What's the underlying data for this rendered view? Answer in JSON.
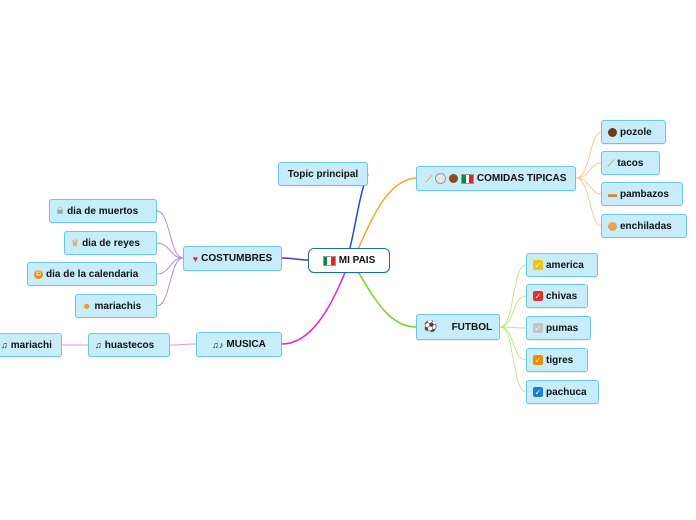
{
  "center": {
    "label": "MI PAIS",
    "icon": "mexico-flag-icon"
  },
  "topic": {
    "label": "Topic principal"
  },
  "comidas": {
    "label": "COMIDAS TIPICAS",
    "icons": [
      "taco-icon",
      "rice-bowl-icon",
      "pozole-bowl-icon",
      "mexico-flag-icon"
    ],
    "children": [
      {
        "label": "pozole",
        "icon": "pozole-bowl-icon"
      },
      {
        "label": "tacos",
        "icon": "taco-icon"
      },
      {
        "label": "pambazos",
        "icon": "sandwich-icon"
      },
      {
        "label": "enchiladas",
        "icon": "enchilada-icon"
      }
    ]
  },
  "futbol": {
    "label": "FUTBOL",
    "icon": "soccer-ball-icon",
    "children": [
      {
        "label": "america",
        "icon": "checkbox-yellow-icon",
        "color": "#f1c40f"
      },
      {
        "label": "chivas",
        "icon": "checkbox-red-icon",
        "color": "#e03131"
      },
      {
        "label": "pumas",
        "icon": "checkbox-grey-icon",
        "color": "#c0c4c8"
      },
      {
        "label": "tigres",
        "icon": "checkbox-orange-icon",
        "color": "#f08c00"
      },
      {
        "label": "pachuca",
        "icon": "checkbox-blue-icon",
        "color": "#1c7ed6"
      }
    ]
  },
  "costumbres": {
    "label": "COSTUMBRES",
    "icon": "heart-icon",
    "children": [
      {
        "label": "dia de muertos",
        "icon": "skull-icon"
      },
      {
        "label": "dia de reyes",
        "icon": "crown-icon"
      },
      {
        "label": "dia de la calendaria",
        "icon": "copyright-icon"
      },
      {
        "label": "mariachis",
        "icon": "smiley-icon"
      }
    ]
  },
  "musica": {
    "label": "MUSICA",
    "icon": "music-notes-icon",
    "children": [
      {
        "label": "huastecos",
        "icon": "music-note-icon",
        "children": [
          {
            "label": "mariachi",
            "icon": "music-note-icon"
          }
        ]
      }
    ]
  },
  "colors": {
    "topic_link": "#1c4fd6",
    "comidas_link": "#f5a623",
    "futbol_link": "#7ed321",
    "costumbres_link": "#4b3cc9",
    "costumbres_children_link": "#b48be0",
    "musica_link": "#e020d8",
    "musica_children_link": "#f08ce8",
    "comidas_children_link": "#f9c98a",
    "futbol_children_link": "#bde88c"
  }
}
